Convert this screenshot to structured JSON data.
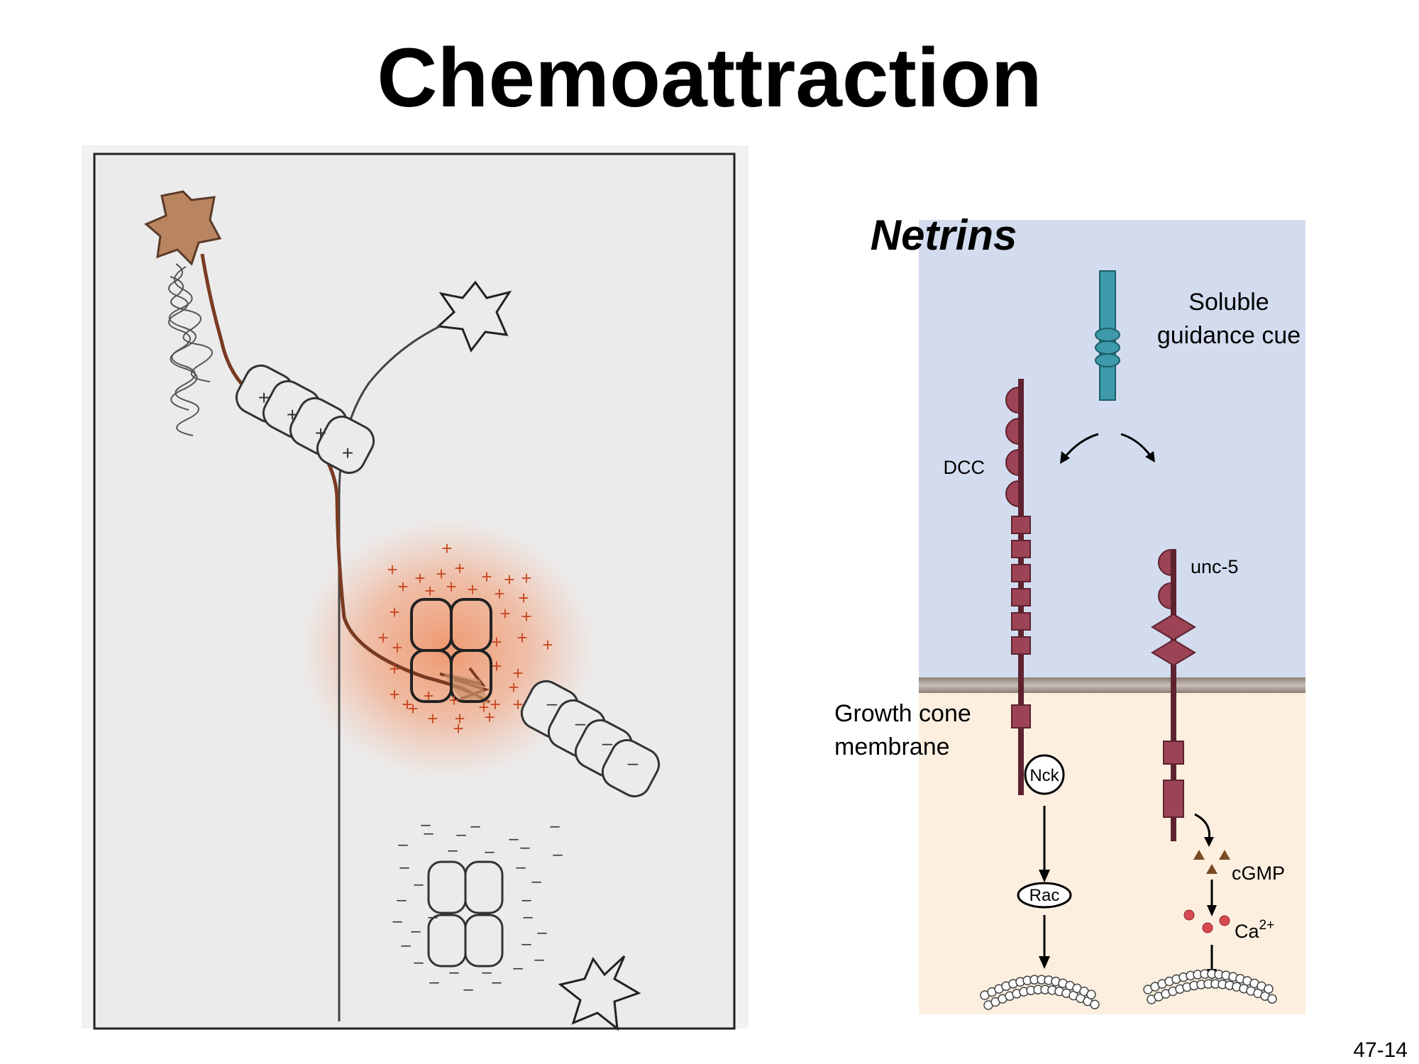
{
  "slide": {
    "title": "Chemoattraction",
    "page_number": "47-14"
  },
  "left_panel": {
    "attractive_charge_symbol": "+",
    "repulsive_charge_symbol": "–"
  },
  "right_panel": {
    "heading": "Netrins",
    "cue_label_line1": "Soluble",
    "cue_label_line2": "guidance cue",
    "receptor_dcc": "DCC",
    "receptor_unc5": "unc-5",
    "membrane_label_line1": "Growth cone",
    "membrane_label_line2": "membrane",
    "adaptor_nck": "Nck",
    "gtpase_rac": "Rac",
    "second_messenger": "cGMP",
    "calcium_base": "Ca",
    "calcium_charge": "2+"
  },
  "colors": {
    "extracellular": "#d3dcef",
    "intracellular": "#fcefdf",
    "receptor": "#9c4456",
    "netrin": "#3e9aaa",
    "neuron_fill": "#b98460",
    "attractant_glow": "#f08a5a",
    "panel_bg": "#ebebeb"
  }
}
